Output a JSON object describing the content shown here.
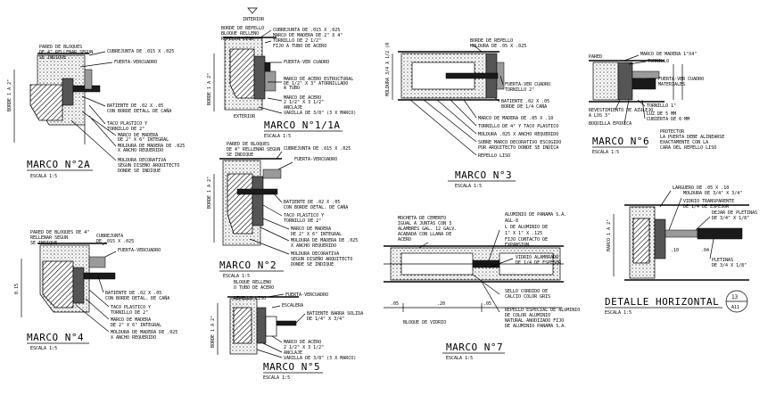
{
  "details": {
    "marco_2a": {
      "title": "MARCO   N°2A",
      "scale": "ESCALA 1:5",
      "labels": [
        "PARED DE BLOQUES",
        "DE 4\" RELLENAR SEGUN",
        "SE INDIQUE",
        "CUBREJUNTA DE .015 X .025",
        "FUERTA-VERCUADRO",
        "BATIENTE DE .02 X .05",
        "CON BORDE DETALL DE CAÑA",
        "TACO PLASTICO Y",
        "TORNILLO DE 2\"",
        "MARCO DE MADERA",
        "DE 2\" X 6\" INTEGRAL",
        "MOLDURA DE MADERA DE .025",
        "X ANCHO REQUERIDO",
        "MOLDURA DECORATIVA",
        "SEGUN DISEÑO ARQUITECTO",
        "DONDE SE INDIQUE"
      ],
      "side_label": "BORDE 1 A 2\""
    },
    "marco_1_1a": {
      "title": "MARCO   N°1/1A",
      "scale": "ESCALA 1:5",
      "top_label": "INTERIOR",
      "bottom_label": "EXTERIOR",
      "labels": [
        "BORDE DE REPELLO",
        "BLOQUE RELLENO",
        "REPELLO LISO",
        "CUBREJUNTA DE .015 X .025",
        "MARCO DE MADERA DE 2\" X 4\"",
        "TORNILLO DE 2 1/2\"",
        "FIJO A TUBO DE ACERO",
        "FUERTA-VER CUADRO",
        "MARCO DE ACERO ESTRUCTURAL",
        "DE 1/2\" X 3\" ATORNILLADO",
        "A TUBO",
        "MARCO DE ACERO",
        "2 1/2\" X 3 1/2\"",
        "ANCLAJE",
        "VARILLA DE 3/8\" (3 X MARCO)"
      ],
      "side_label": "BORDE 1 A 2\""
    },
    "marco_3": {
      "title": "MARCO   N°3",
      "scale": "ESCALA 1:5",
      "labels": [
        "BORDE DE REPELLO",
        "MOLDURA DE .05 X .025",
        "FUERTA-VER CUADRO",
        "TORNILLO 2\"",
        "BATIENTE .02 X .05",
        "BORDE DE 1/4 CAÑA",
        "MARCO DE MADERA DE .05 X .10",
        "TORNILLO DE 4\" Y TACO PLASTICO",
        "MOLDURA .025 X ANCHO REQUERIDO",
        "SOBRE MARCO DECORATIVO ESCOGIDO",
        "POR ARQUITECTO DONDE SE INDICA",
        "REPELLO LISO"
      ],
      "side_label": "MOLDURA 3/4 X 1/2 (R"
    },
    "marco_6": {
      "title": "MARCO   N°6",
      "scale": "ESCALA 1:5",
      "labels": [
        "PARED",
        "MARCO DE MADERA 1\"X4\"",
        "TORNILLO",
        "FUERTA-VER CUADRO",
        "MATERIALES",
        "REVESTIMIENTO DE AZULEJO",
        "BOQUILLA EPOXICA",
        "A LOS 3\"",
        "TORNILLO 1\"",
        "CUBIERTA DE 6 MM",
        "LUZ DE 5 MM",
        "PROTECTOR",
        "LA PUERTA DEBE ALINEARSE",
        "EXACTAMENTE CON LA",
        "CARA DEL REPELLO LISO"
      ]
    },
    "marco_2": {
      "title": "MARCO   N°2",
      "scale": "ESCALA 1:5",
      "labels": [
        "PARED DE BLOQUES",
        "DE 4\" RELLENAR SEGUN",
        "SE INDIQUE",
        "CUBREJUNTA DE .015 X .025",
        "FUERTA-VERCUADRO",
        "BATIENTE DE .02 X .05",
        "CON BORDE DETAL. DE CAÑA",
        "TACO PLASTICO Y",
        "TORNILLO DE 2\"",
        "MARCO DE MADERA",
        "DE 2\" X 6\" INTEGRAL",
        "MOLDURA DE MADERA DE .025",
        "X ANCHO REQUERIDO",
        "MOLDURA DECORATIVA",
        "SEGUN DISEÑO ARQUITECTO",
        "DONDE SE INDIQUE"
      ],
      "side_label": "BORDE 1 A 2\""
    },
    "marco_4": {
      "title": "MARCO   N°4",
      "scale": "ESCALA 1:5",
      "labels": [
        "PARED DE BLOQUES DE 4\"",
        "RELLENAR SEGUN",
        "SE INDIQUE",
        "CUBREJUNTA",
        "DE .015 X .025",
        "FUERTA-VERCUADRO",
        "BATIENTE DE .02 X .05",
        "CON BORDE DETAL. DE CAÑA",
        "TACO PLASTICO Y",
        "TORNILLO DE 2\"",
        "MARCO DE MADERA",
        "DE 2\" X 6\" INTEGRAL",
        "MOLDURA DE MADERA DE .025",
        "X ANCHO REQUERIDO"
      ],
      "side_label": "0.15"
    },
    "marco_5": {
      "title": "MARCO   N°5",
      "scale": "ESCALA 1:5",
      "labels": [
        "BLOQUE RELLENO",
        "O TUBO DE ACERO",
        "REPELLO LISO",
        "FUERTA-VERCUADRO",
        "ESCALERA",
        "BATIENTE BARRA SOLIDA",
        "DE 1/4\" X 3/4\"",
        "MARCO DE ACERO",
        "2 1/2\" X 3 1/2\"",
        "ANCLAJE",
        "VARILLA DE 3/8\" (3 X MARCO)"
      ],
      "side_label": "BORDE 1 A 2\""
    },
    "marco_7": {
      "title": "MARCO   N°7",
      "scale": "ESCALA 1:5",
      "left_labels": [
        "MOCHETA DE CEMENTO",
        "IGUAL A JUNTAS CON 3",
        "ALAMBRES GAL. 12 GALV.",
        "ACABADA CON LLANA DE",
        "ACERO"
      ],
      "right_labels": [
        "ALUMINIO DE PANAMA S.A.",
        "AGL-8",
        "L DE ALUMINIO DE",
        "1\" X 1\" X .125",
        "FIJO CONTACTO DE",
        "EXPANSION",
        "VIDRIO ALAMBRADO",
        "DE 1/4 DE ESPESOR",
        "SELLO CORRIDO DE",
        "CALCIO COLOR GRIS",
        "REPELLO ESPECIAL DE ALUMINIO",
        "DE COLOR ALUMINIO",
        "NATURAL ANODIZADO FIJO",
        "DE ALUMINIO PANAMA S.A."
      ],
      "bottom_label": "BLOQUE DE VIDRIO",
      "dims": [
        ".05",
        ".20",
        ".05"
      ]
    },
    "detalle_horizontal": {
      "title": "DETALLE  HORIZONTAL",
      "scale": "ESCALA 1:5",
      "callout_top": "13",
      "callout_bottom": "A11",
      "labels": [
        "LARGUERO DE .05 X .10",
        "MOLDURA DE 3/4\" X 3/4\"",
        "VIDRIO TRANSPARENTE",
        "DE 1/4 DE ESPESOR",
        "DEJAR DE PLETINAS",
        "DE 3/4\" X 1/8\"",
        "PLETINAS",
        "DE 3/4 X 1/8\""
      ],
      "dims": [
        ".10",
        ".04"
      ],
      "side_label": "MARCO 1 A 2\""
    }
  }
}
